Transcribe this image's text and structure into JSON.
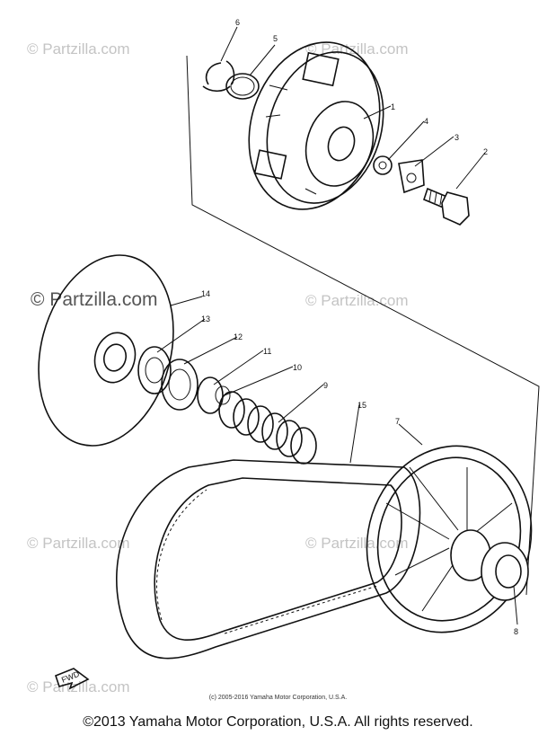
{
  "watermarks": [
    "© Partzilla.com",
    "© Partzilla.com",
    "© Partzilla.com",
    "© Partzilla.com",
    "© Partzilla.com",
    "© Partzilla.com",
    "© Partzilla.com"
  ],
  "callouts": [
    "1",
    "2",
    "3",
    "4",
    "5",
    "6",
    "7",
    "8",
    "9",
    "10",
    "11",
    "12",
    "13",
    "14",
    "15"
  ],
  "fwd_label": "FWD",
  "small_copyright": "(c) 2005-2016 Yamaha Motor Corporation, U.S.A.",
  "copyright": "©2013 Yamaha Motor Corporation, U.S.A. All rights reserved."
}
